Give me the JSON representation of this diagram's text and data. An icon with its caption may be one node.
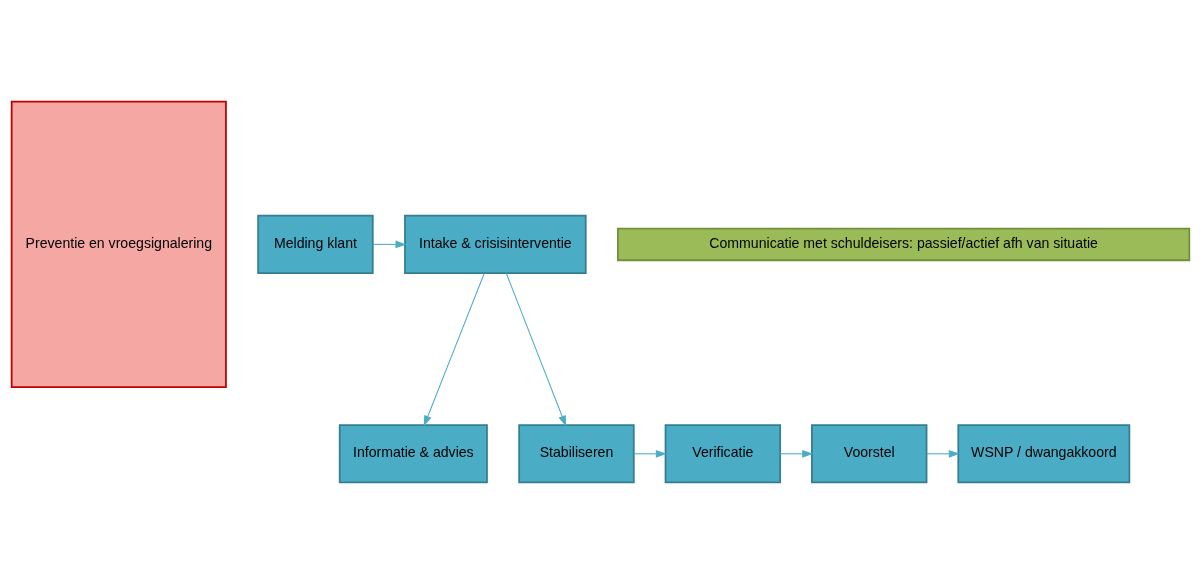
{
  "diagram": {
    "nodes": [
      {
        "text": [
          "Preventie en vroegsignalering"
        ]
      },
      {
        "text": [
          "Informatie & advies"
        ]
      },
      {
        "text": [
          "Melding klant"
        ]
      },
      {
        "text": [
          "Intake & crisisinterventie"
        ]
      },
      {
        "text": [
          "Stabiliseren"
        ]
      },
      {
        "text": [
          "Verificatie"
        ]
      },
      {
        "text": [
          "Voorstel"
        ]
      },
      {
        "text": [
          "WSNP / dwangakkoord"
        ]
      },
      {
        "text": [
          "Communicatie met schuldeisers: passief/actief afh van situatie"
        ]
      }
    ],
    "edges": [
      {
        "from": 2,
        "to": 3,
        "arrow": "to"
      },
      {
        "from": 3,
        "to": 1,
        "arrow": "to"
      },
      {
        "from": 3,
        "to": 4,
        "arrow": "to"
      },
      {
        "from": 4,
        "to": 5,
        "arrow": "to"
      },
      {
        "from": 5,
        "to": 6,
        "arrow": "to"
      },
      {
        "from": 6,
        "to": 7,
        "arrow": "to"
      }
    ]
  }
}
